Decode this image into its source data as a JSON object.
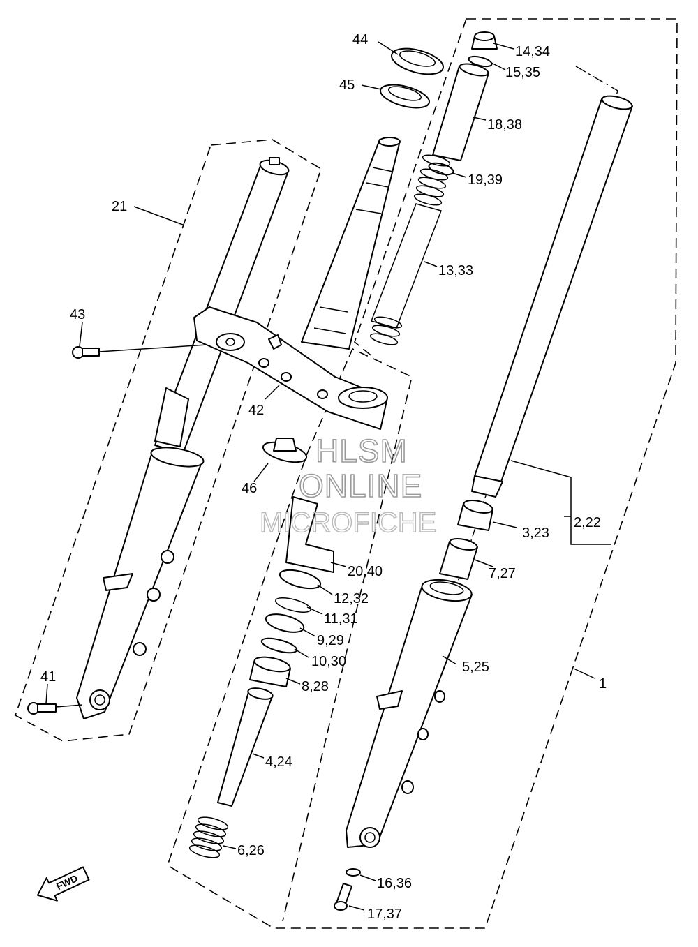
{
  "watermark": {
    "line1": "HLSM",
    "line2": "ONLINE",
    "line3": "MICROFICHE"
  },
  "direction_badge": "FWD",
  "callouts": [
    {
      "id": "c-44",
      "text": "44"
    },
    {
      "id": "c-45",
      "text": "45"
    },
    {
      "id": "c-14-34",
      "text": "14,34"
    },
    {
      "id": "c-15-35",
      "text": "15,35"
    },
    {
      "id": "c-18-38",
      "text": "18,38"
    },
    {
      "id": "c-19-39",
      "text": "19,39"
    },
    {
      "id": "c-13-33",
      "text": "13,33"
    },
    {
      "id": "c-21",
      "text": "21"
    },
    {
      "id": "c-43",
      "text": "43"
    },
    {
      "id": "c-42",
      "text": "42"
    },
    {
      "id": "c-46",
      "text": "46"
    },
    {
      "id": "c-2-22",
      "text": "2,22"
    },
    {
      "id": "c-3-23",
      "text": "3,23"
    },
    {
      "id": "c-7-27",
      "text": "7,27"
    },
    {
      "id": "c-20-40",
      "text": "20,40"
    },
    {
      "id": "c-12-32",
      "text": "12,32"
    },
    {
      "id": "c-11-31",
      "text": "11,31"
    },
    {
      "id": "c-9-29",
      "text": "9,29"
    },
    {
      "id": "c-10-30",
      "text": "10,30"
    },
    {
      "id": "c-8-28",
      "text": "8,28"
    },
    {
      "id": "c-5-25",
      "text": "5,25"
    },
    {
      "id": "c-1",
      "text": "1"
    },
    {
      "id": "c-41",
      "text": "41"
    },
    {
      "id": "c-4-24",
      "text": "4,24"
    },
    {
      "id": "c-6-26",
      "text": "6,26"
    },
    {
      "id": "c-16-36",
      "text": "16,36"
    },
    {
      "id": "c-17-37",
      "text": "17,37"
    }
  ]
}
